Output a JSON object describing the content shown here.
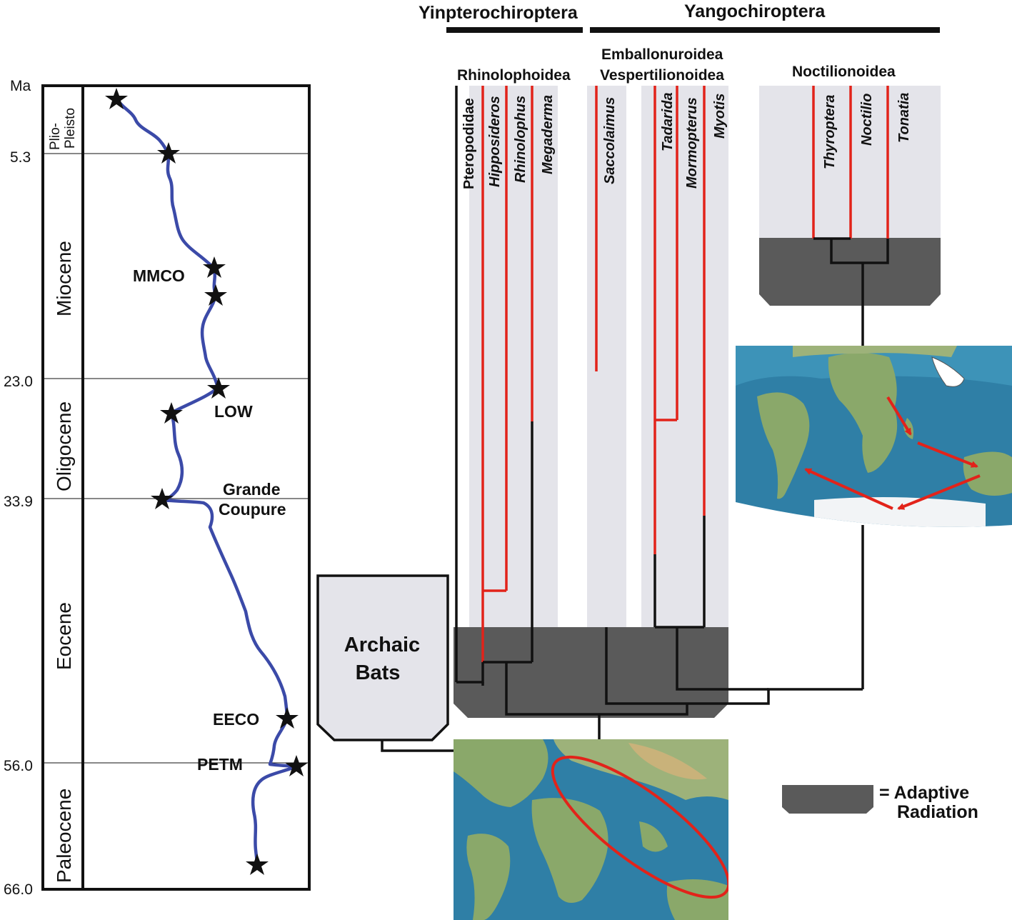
{
  "colors": {
    "band": "#e4e4ea",
    "radiation": "#5a5a5a",
    "climate_curve": "#3b4aa8",
    "red_lineage": "#e2231a",
    "black_lineage": "#111111",
    "ocean": "#2f7fa6",
    "land": "#8aa86a"
  },
  "timescale": {
    "unit": "Ma",
    "ticks": [
      {
        "label": "5.3"
      },
      {
        "label": "23.0"
      },
      {
        "label": "33.9"
      },
      {
        "label": "56.0"
      },
      {
        "label": "66.0"
      }
    ],
    "epochs": [
      {
        "label": "Plio-"
      },
      {
        "label": "Pleisto"
      },
      {
        "label": "Miocene"
      },
      {
        "label": "Oligocene"
      },
      {
        "label": "Eocene"
      },
      {
        "label": "Paleocene"
      }
    ]
  },
  "climate_events": [
    {
      "label": "MMCO"
    },
    {
      "label": "LOW"
    },
    {
      "label": "Grande"
    },
    {
      "label": "Coupure"
    },
    {
      "label": "EECO"
    },
    {
      "label": "PETM"
    }
  ],
  "clades": {
    "yinptero": "Yinpterochiroptera",
    "yango": "Yangochiroptera"
  },
  "groups": {
    "rhinolophoidea": "Rhinolophoidea",
    "emballonuroidea": "Emballonuroidea",
    "vespertilionoidea": "Vespertilionoidea",
    "noctilionoidea": "Noctilionoidea"
  },
  "taxa": [
    {
      "name": "Pteropodidae",
      "lineage_color": "black",
      "italic": false
    },
    {
      "name": "Hipposideros",
      "lineage_color": "red",
      "italic": true
    },
    {
      "name": "Rhinolophus",
      "lineage_color": "red",
      "italic": true
    },
    {
      "name": "Megaderma",
      "lineage_color": "red",
      "italic": true
    },
    {
      "name": "Saccolaimus",
      "lineage_color": "red",
      "italic": true
    },
    {
      "name": "Tadarida",
      "lineage_color": "red",
      "italic": true
    },
    {
      "name": "Mormopterus",
      "lineage_color": "red",
      "italic": true
    },
    {
      "name": "Myotis",
      "lineage_color": "red",
      "italic": true
    },
    {
      "name": "Thyroptera",
      "lineage_color": "red",
      "italic": true
    },
    {
      "name": "Noctilio",
      "lineage_color": "red",
      "italic": true
    },
    {
      "name": "Tonatia",
      "lineage_color": "red",
      "italic": true
    }
  ],
  "archaic": {
    "line1": "Archaic",
    "line2": "Bats"
  },
  "legend": {
    "line1": "= Adaptive",
    "line2": "Radiation"
  },
  "maps": {
    "upper": {
      "icon": "paleogeographic-map-globe",
      "arrows": 4
    },
    "lower": {
      "icon": "paleogeographic-map-globe",
      "highlight": "red-ellipse"
    }
  }
}
